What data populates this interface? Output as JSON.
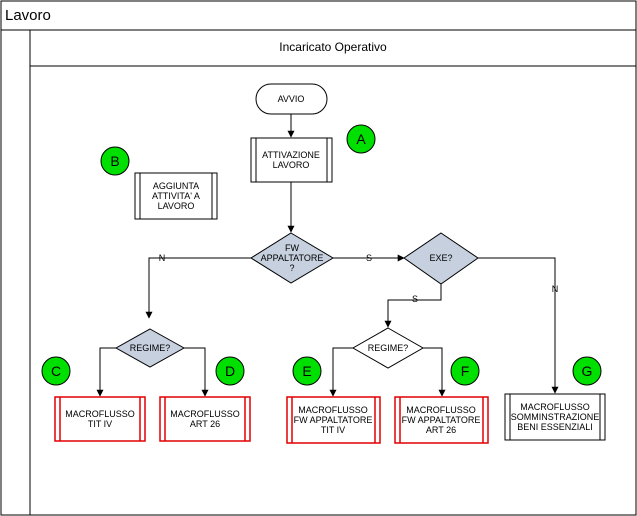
{
  "pool_title": "Lavoro",
  "lane_title": "Incaricato Operativo",
  "colors": {
    "decision_fill": "#c6d0de",
    "badge_fill": "#00e000",
    "macro_border": "#e00000",
    "line": "#000000"
  },
  "nodes": {
    "start": {
      "label": [
        "AVVIO"
      ]
    },
    "activation": {
      "label": [
        "ATTIVAZIONE",
        "LAVORO"
      ]
    },
    "add_activity": {
      "label": [
        "AGGIUNTA",
        "ATTIVITA' A",
        "LAVORO"
      ]
    },
    "decision_fw": {
      "label": [
        "FW",
        "APPALTATORE",
        "?"
      ]
    },
    "decision_exe": {
      "label": [
        "EXE?"
      ]
    },
    "decision_regime_left": {
      "label": [
        "REGIME?"
      ]
    },
    "decision_regime_right": {
      "label": [
        "REGIME?"
      ]
    },
    "macro_c": {
      "label": [
        "MACROFLUSSO",
        "TIT IV"
      ]
    },
    "macro_d": {
      "label": [
        "MACROFLUSSO",
        "ART 26"
      ]
    },
    "macro_e": {
      "label": [
        "MACROFLUSSO",
        "FW APPALTATORE",
        "TIT IV"
      ]
    },
    "macro_f": {
      "label": [
        "MACROFLUSSO",
        "FW APPALTATORE",
        "ART 26"
      ]
    },
    "macro_g": {
      "label": [
        "MACROFLUSSO",
        "SOMMINSTRAZIONE",
        "BENI ESSENZIALI"
      ]
    }
  },
  "badges": {
    "a": "A",
    "b": "B",
    "c": "C",
    "d": "D",
    "e": "E",
    "f": "F",
    "g": "G"
  },
  "edge_labels": {
    "fw_no": "N",
    "fw_yes": "S",
    "exe_yes": "S",
    "exe_no": "N"
  }
}
